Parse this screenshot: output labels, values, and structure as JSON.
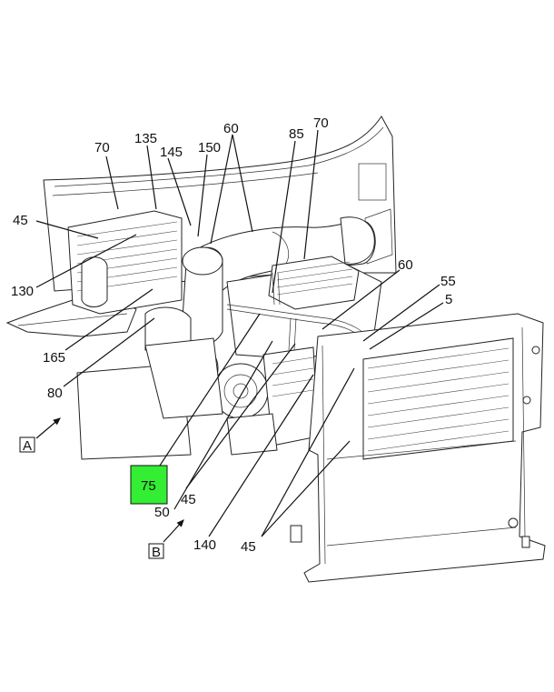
{
  "callouts": {
    "c70a": "70",
    "c135": "135",
    "c145": "145",
    "c150": "150",
    "c60a": "60",
    "c85": "85",
    "c70b": "70",
    "c45a": "45",
    "c130": "130",
    "c60b": "60",
    "c55": "55",
    "c5": "5",
    "c165": "165",
    "c80": "80",
    "c75": "75",
    "c45b": "45",
    "c50": "50",
    "c140": "140",
    "c45c": "45"
  },
  "views": {
    "a": "A",
    "b": "B"
  },
  "colors": {
    "highlight": "#33ee33",
    "line": "#111111"
  }
}
